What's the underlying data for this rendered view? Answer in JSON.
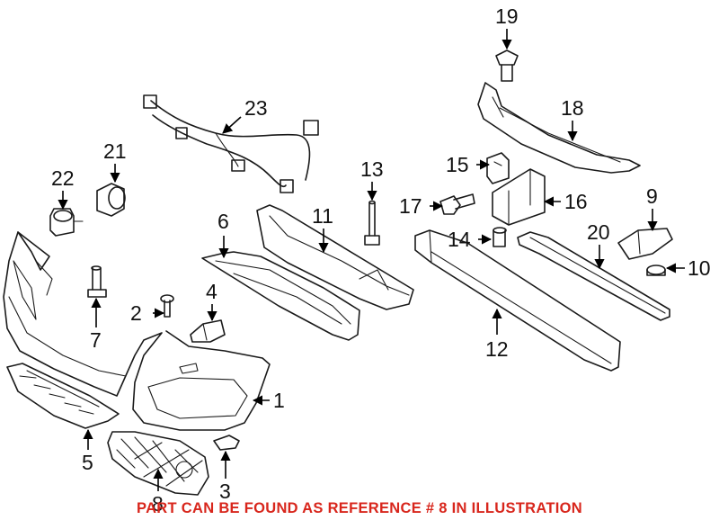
{
  "callouts": {
    "c1": "1",
    "c2": "2",
    "c3": "3",
    "c4": "4",
    "c5": "5",
    "c6": "6",
    "c7": "7",
    "c8": "8",
    "c9": "9",
    "c10": "10",
    "c11": "11",
    "c12": "12",
    "c13": "13",
    "c14": "14",
    "c15": "15",
    "c16": "16",
    "c17": "17",
    "c18": "18",
    "c19": "19",
    "c20": "20",
    "c21": "21",
    "c22": "22",
    "c23": "23"
  },
  "footer": {
    "note": "PART CAN BE FOUND AS REFERENCE # 8 IN ILLUSTRATION"
  },
  "colors": {
    "note_text": "#d8261c",
    "line_art": "#1a1a1a"
  }
}
